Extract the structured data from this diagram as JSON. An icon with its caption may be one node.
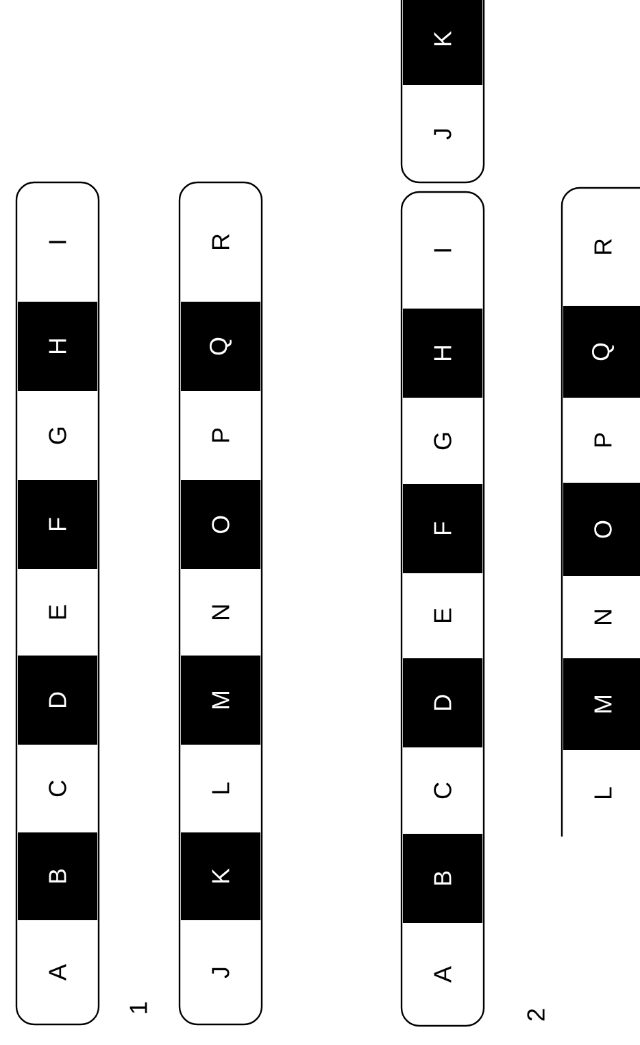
{
  "diagram": {
    "nodes": [
      {
        "text": [
          "A"
        ]
      },
      {
        "text": [
          "B"
        ]
      },
      {
        "text": [
          "C"
        ]
      },
      {
        "text": [
          "D"
        ]
      },
      {
        "text": [
          "E"
        ]
      },
      {
        "text": [
          "F"
        ]
      },
      {
        "text": [
          "G"
        ]
      },
      {
        "text": [
          "H"
        ]
      },
      {
        "text": [
          "I"
        ]
      },
      {
        "text": [
          "J"
        ]
      },
      {
        "text": [
          "K"
        ]
      },
      {
        "text": [
          "L"
        ]
      },
      {
        "text": [
          "M"
        ]
      },
      {
        "text": [
          "N"
        ]
      },
      {
        "text": [
          "O"
        ]
      },
      {
        "text": [
          "P"
        ]
      },
      {
        "text": [
          "Q"
        ]
      },
      {
        "text": [
          "R"
        ]
      },
      {
        "text": [
          "A"
        ]
      },
      {
        "text": [
          "B"
        ]
      },
      {
        "text": [
          "C"
        ]
      },
      {
        "text": [
          "D"
        ]
      },
      {
        "text": [
          "E"
        ]
      },
      {
        "text": [
          "F"
        ]
      },
      {
        "text": [
          "G"
        ]
      },
      {
        "text": [
          "H"
        ]
      },
      {
        "text": [
          "I"
        ]
      },
      {
        "text": [
          "J"
        ]
      },
      {
        "text": [
          "K"
        ]
      },
      {
        "text": [
          "L"
        ]
      },
      {
        "text": [
          "M"
        ]
      },
      {
        "text": [
          "N"
        ]
      },
      {
        "text": [
          "O"
        ]
      },
      {
        "text": [
          "P"
        ]
      },
      {
        "text": [
          "Q"
        ]
      },
      {
        "text": [
          "R"
        ]
      }
    ],
    "labels": [
      "1",
      "2"
    ]
  }
}
